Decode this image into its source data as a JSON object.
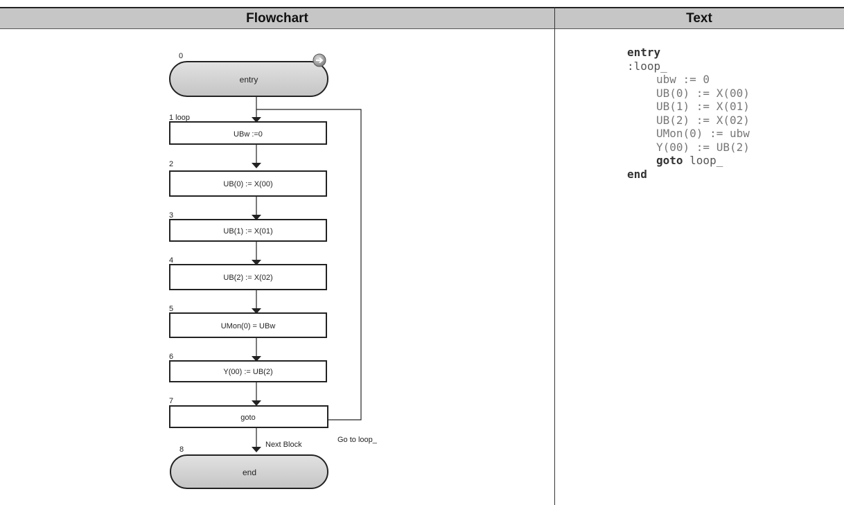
{
  "headers": {
    "left": "Flowchart",
    "right": "Text"
  },
  "flowchart": {
    "entry": {
      "number": "0",
      "label": "entry"
    },
    "steps": [
      {
        "number": "1 loop",
        "label": "UBw :=0"
      },
      {
        "number": "2",
        "label": "UB(0) := X(00)"
      },
      {
        "number": "3",
        "label": "UB(1) := X(01)"
      },
      {
        "number": "4",
        "label": "UB(2) := X(02)"
      },
      {
        "number": "5",
        "label": "UMon(0) = UBw"
      },
      {
        "number": "6",
        "label": "Y(00) := UB(2)"
      },
      {
        "number": "7",
        "label": "goto"
      }
    ],
    "end": {
      "number": "8",
      "label": "end"
    },
    "next_block_label": "Next Block",
    "goto_label": "Go to loop_",
    "monitor_icon": "arrow-circle-icon"
  },
  "code": {
    "line1": "entry",
    "line2": ":loop_",
    "line3": "ubw := 0",
    "line4": "UB(0) := X(00)",
    "line5": "UB(1) := X(01)",
    "line6": "UB(2) := X(02)",
    "line7": "UMon(0) := ubw",
    "line8": "Y(00) := UB(2)",
    "line9_kw": "goto",
    "line9_rest": " loop_",
    "line10": "end"
  }
}
